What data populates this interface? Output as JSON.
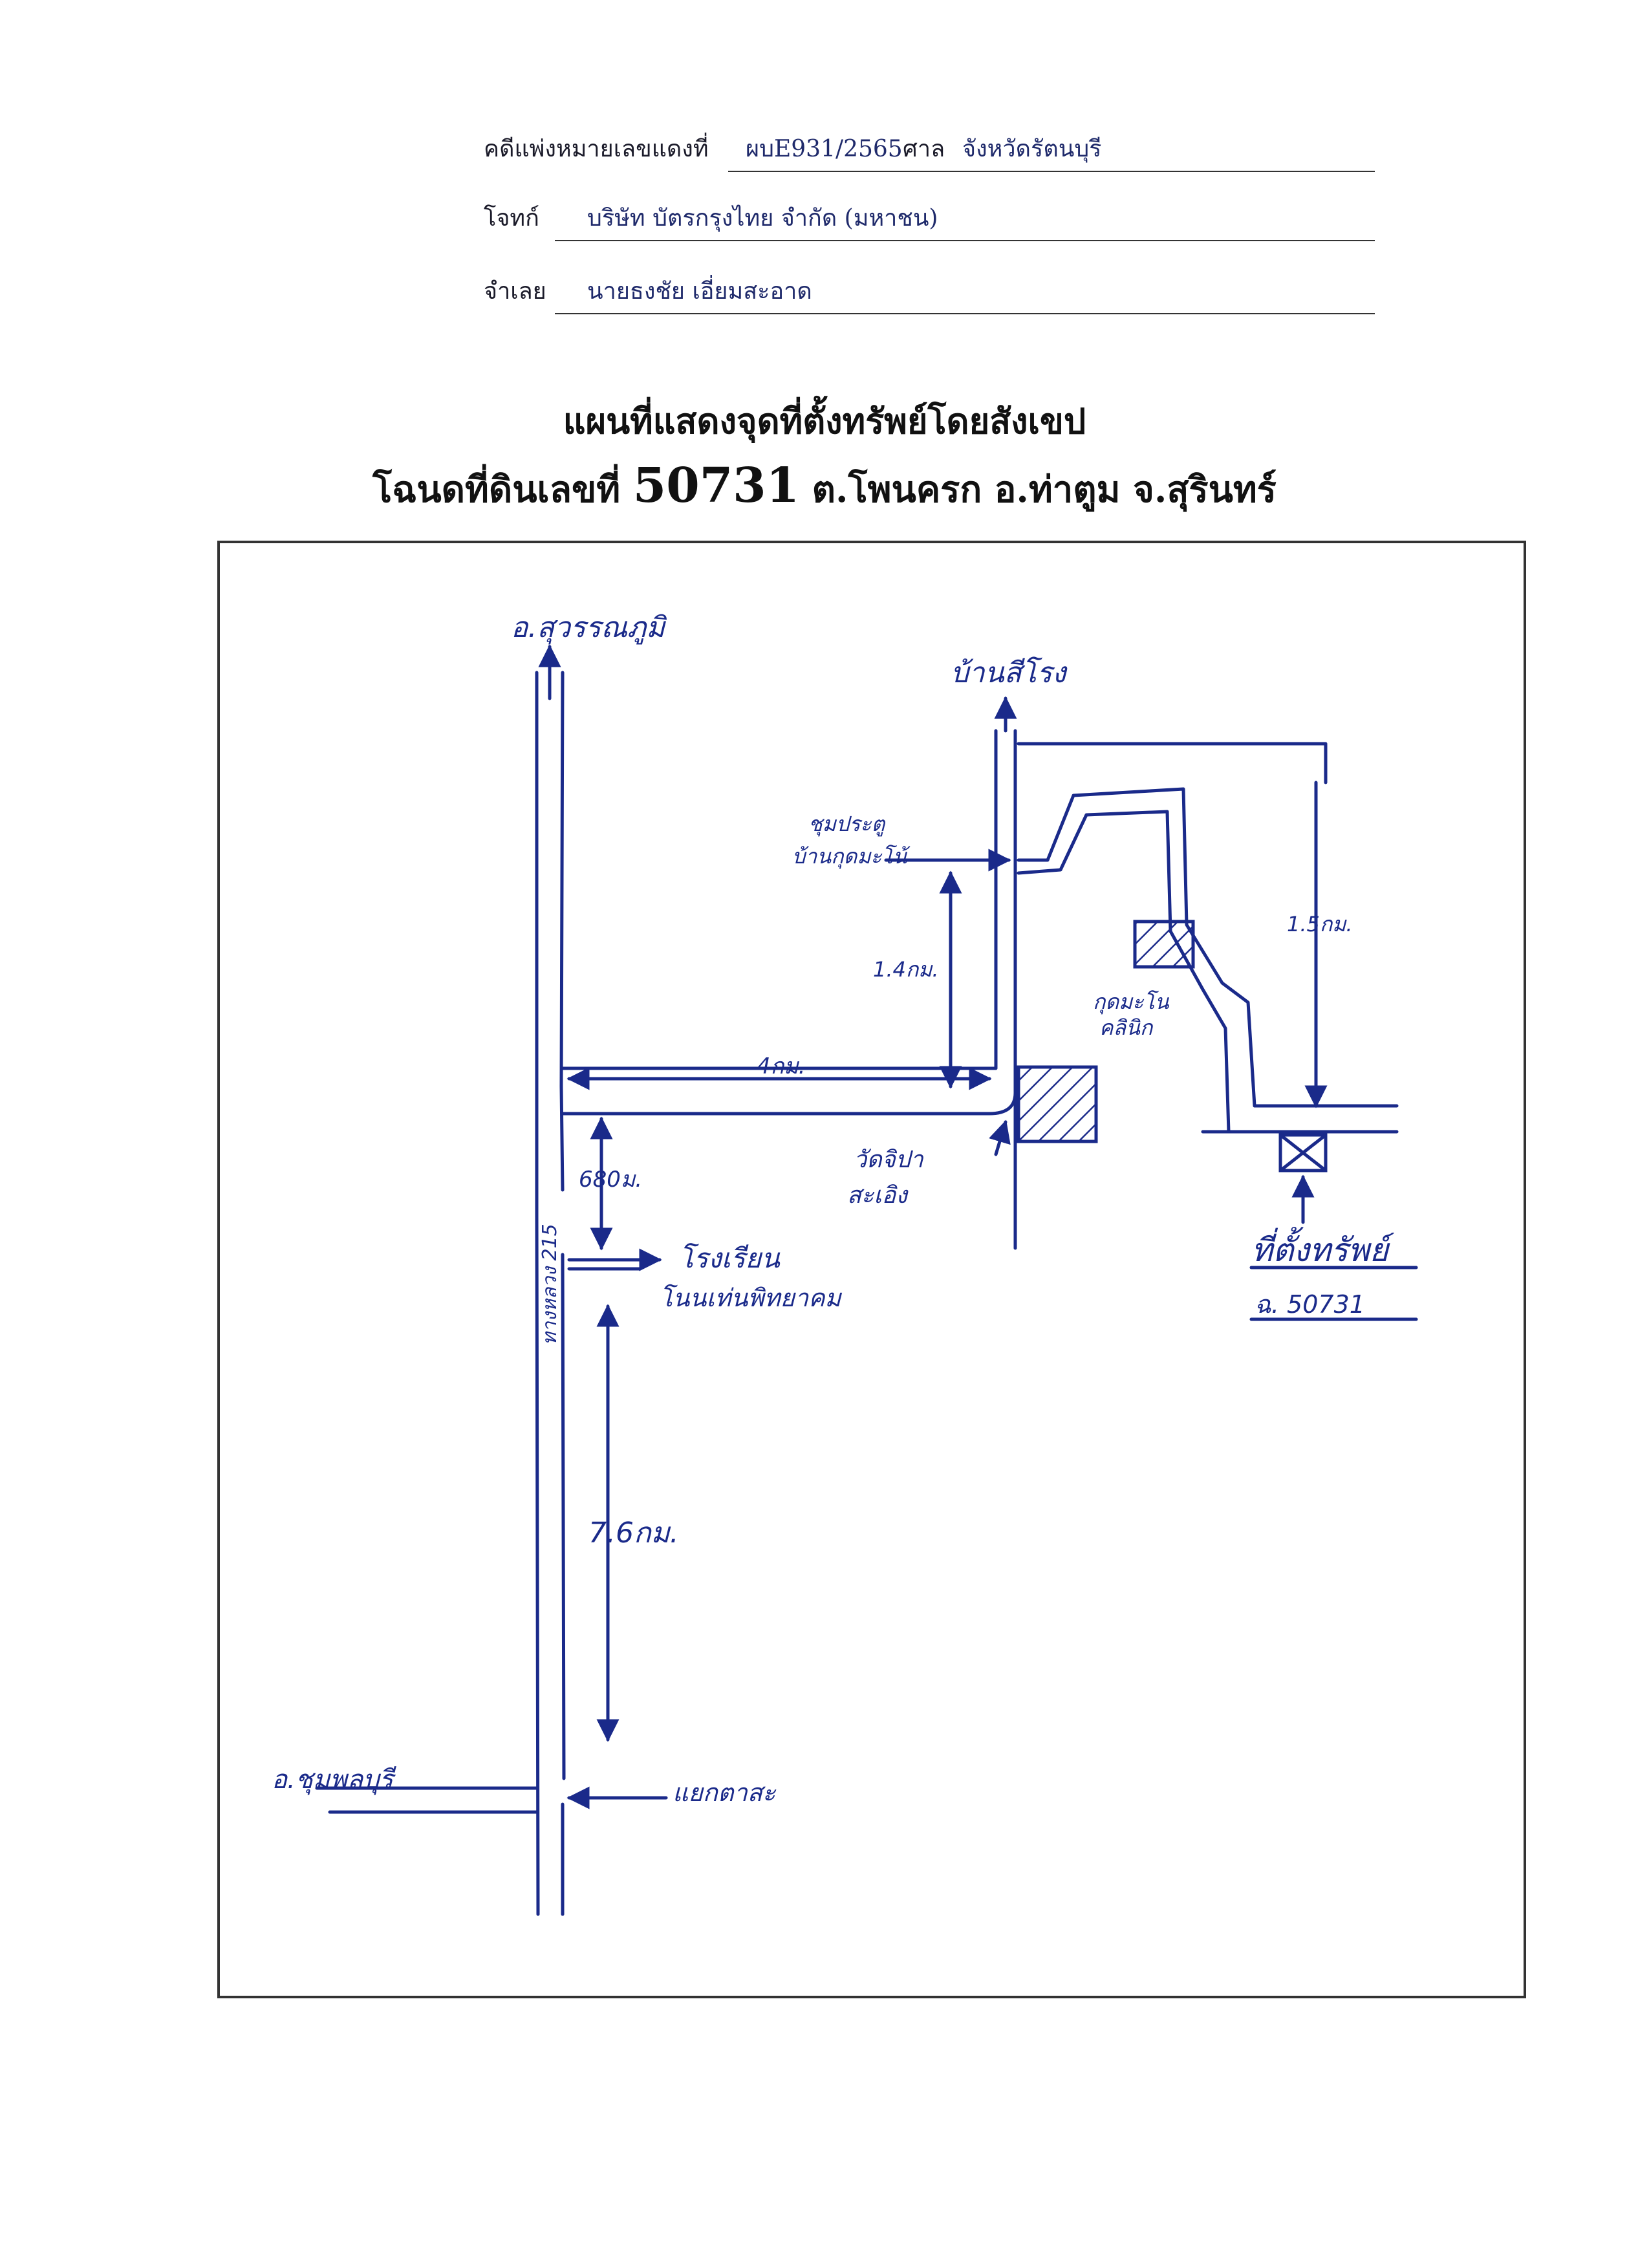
{
  "header": {
    "case_label": "คดีแพ่งหมายเลขแดงที่",
    "case_number": "ผบE931/2565",
    "court_label": "ศาล",
    "court_name": "จังหวัดรัตนบุรี",
    "plaintiff_label": "โจทก์",
    "plaintiff_name": "บริษัท บัตรกรุงไทย จำกัด (มหาชน)",
    "defendant_label": "จำเลย",
    "defendant_name": "นายธงชัย เอี่ยมสะอาด"
  },
  "title": {
    "line1": "แผนที่แสดงจุดที่ตั้งทรัพย์โดยสังเขป",
    "line2_prefix": "โฉนดที่ดินเลขที่",
    "deed_number": "50731",
    "line2_suffix": "ต.โพนครก อ.ท่าตูม จ.สุรินทร์"
  },
  "map": {
    "labels": {
      "north_destination": "อ.สุวรรณภูมิ",
      "ban_sikhoraphum": "บ้านสีโรง",
      "community_label_1": "ชุมประตู",
      "community_label_2": "บ้านกุดมะโน้",
      "clinic_label_1": "กุดมะโน",
      "clinic_label_2": "คลินิก",
      "temple_label_1": "วัดจิปา",
      "temple_label_2": "สะเอิง",
      "school_label_1": "โรงเรียน",
      "school_label_2": "โนนเท่นพิทยาคม",
      "highway_label": "ทางหลวง 215",
      "west_destination": "อ.ชุมพลบุรี",
      "junction_label": "แยกตาสะ",
      "property_label": "ที่ตั้งทรัพย์",
      "deed_ref": "ฉ. 50731"
    },
    "distances": {
      "d_1_4km": "1.4กม.",
      "d_4km": "4กม.",
      "d_680m": "680ม.",
      "d_7_6km": "7.6กม.",
      "d_1_5km": "1.5กม."
    },
    "ink_color": "#1a2a8a"
  }
}
